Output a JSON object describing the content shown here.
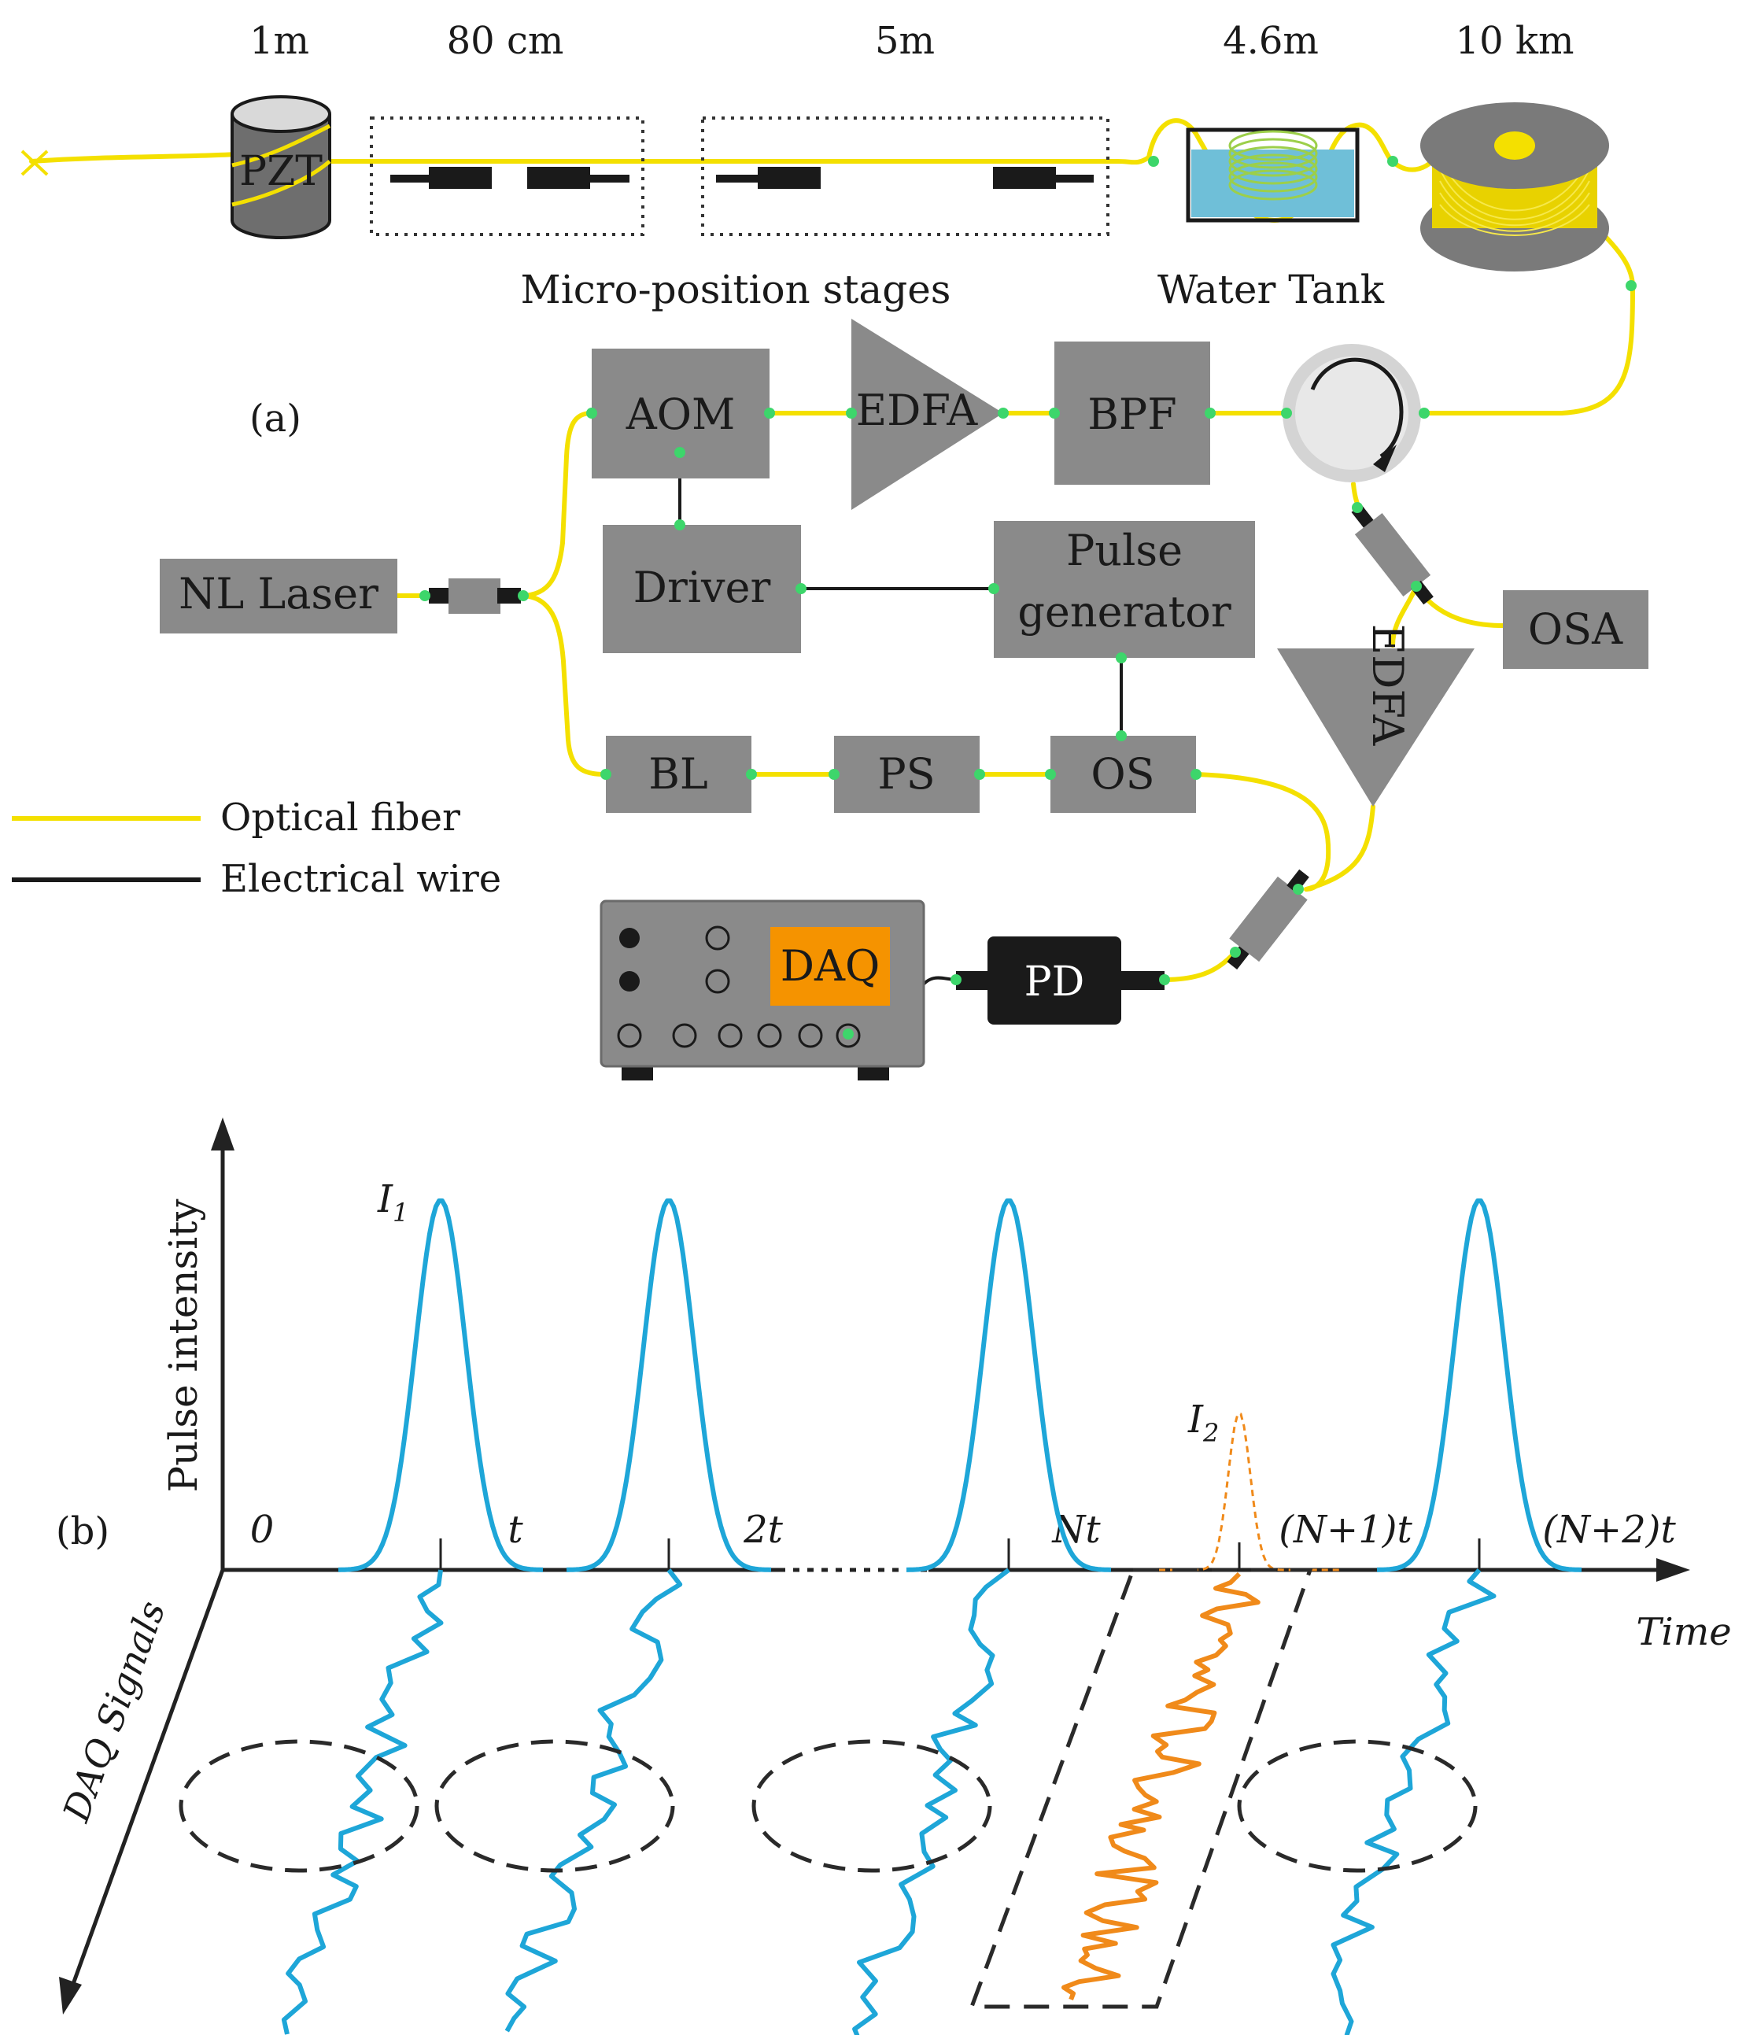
{
  "panel_a": {
    "label": "(a)",
    "lengths": {
      "pzt": "1m",
      "stage1": "80 cm",
      "stage2": "5m",
      "tank": "4.6m",
      "spool": "10 km"
    },
    "captions": {
      "stages": "Micro-position stages",
      "tank": "Water Tank"
    },
    "components": {
      "pzt": "PZT",
      "aom": "AOM",
      "edfa1": "EDFA",
      "bpf": "BPF",
      "laser": "NL Laser",
      "driver": "Driver",
      "pulse_line1": "Pulse",
      "pulse_line2": "generator",
      "bl": "BL",
      "ps": "PS",
      "os": "OS",
      "osa": "OSA",
      "edfa2": "EDFA",
      "daq": "DAQ",
      "pd": "PD"
    },
    "legend": {
      "fiber": "Optical fiber",
      "wire": "Electrical wire"
    },
    "colors": {
      "fiber": "#f4e000",
      "box": "#8a8a8a",
      "node": "#3dd66b",
      "daq_screen": "#f59300",
      "water": "#6fbfd8"
    }
  },
  "panel_b": {
    "label": "(b)",
    "y_axis": "Pulse intensity",
    "x_axis": "Time",
    "z_axis": "DAQ Signals",
    "ticks": [
      "0",
      "t",
      "2t",
      "Nt",
      "(N+1)t",
      "(N+2)t"
    ],
    "peak_labels": {
      "i1_main": "I",
      "i1_sub": "1",
      "i2_main": "I",
      "i2_sub": "2"
    },
    "colors": {
      "pulse": "#1ea6d8",
      "anomaly": "#f08a1a",
      "axis": "#222222"
    }
  }
}
